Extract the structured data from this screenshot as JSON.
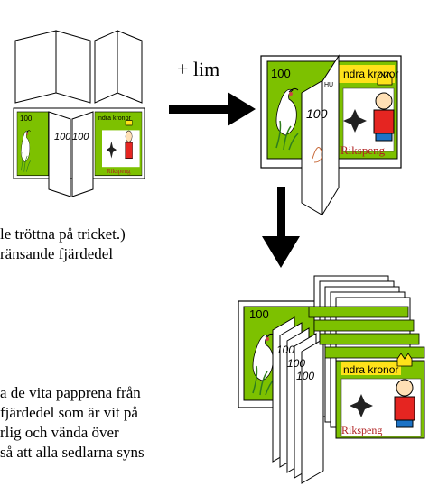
{
  "assembly_label": "+ lim",
  "text_lines": [
    "le tröttna på tricket.)",
    "ränsande fjärdedel",
    "a de vita papprena från",
    "fjärdedel som är vit på",
    "rlig och vända över",
    "så att alla sedlarna syns"
  ],
  "note": {
    "value_label": "100",
    "banner_text": "ndra kronor",
    "brand_text": "Rikspeng",
    "strip_text": "HU"
  },
  "colors": {
    "note_green": "#7dc100",
    "crown_yellow": "#ffe21a",
    "figure_red": "#e52521",
    "figure_blue": "#1c73c6",
    "arrow": "#000000"
  }
}
